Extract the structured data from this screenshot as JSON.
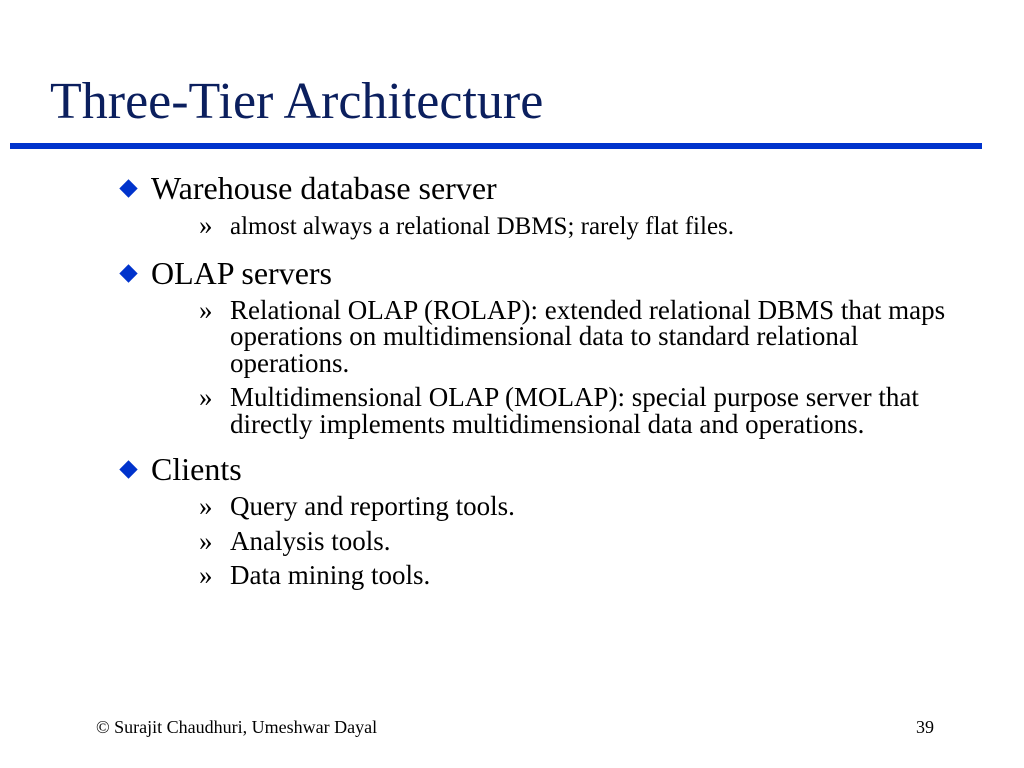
{
  "slide": {
    "title": "Three-Tier Architecture",
    "accent_color": "#0033cc",
    "title_color": "#0b1f5e",
    "bullets": [
      {
        "text": "Warehouse database server",
        "subs": [
          "almost always a relational DBMS; rarely flat files."
        ]
      },
      {
        "text": "OLAP servers",
        "subs": [
          "Relational OLAP (ROLAP): extended relational DBMS that maps operations on multidimensional data to standard relational operations.",
          "Multidimensional OLAP (MOLAP): special purpose server that directly implements multidimensional data and operations."
        ]
      },
      {
        "text": "Clients",
        "subs": [
          "Query and reporting tools.",
          "Analysis tools.",
          "Data mining tools."
        ]
      }
    ],
    "footer": {
      "copyright": "© Surajit Chaudhuri, Umeshwar Dayal",
      "page_number": "39"
    }
  }
}
